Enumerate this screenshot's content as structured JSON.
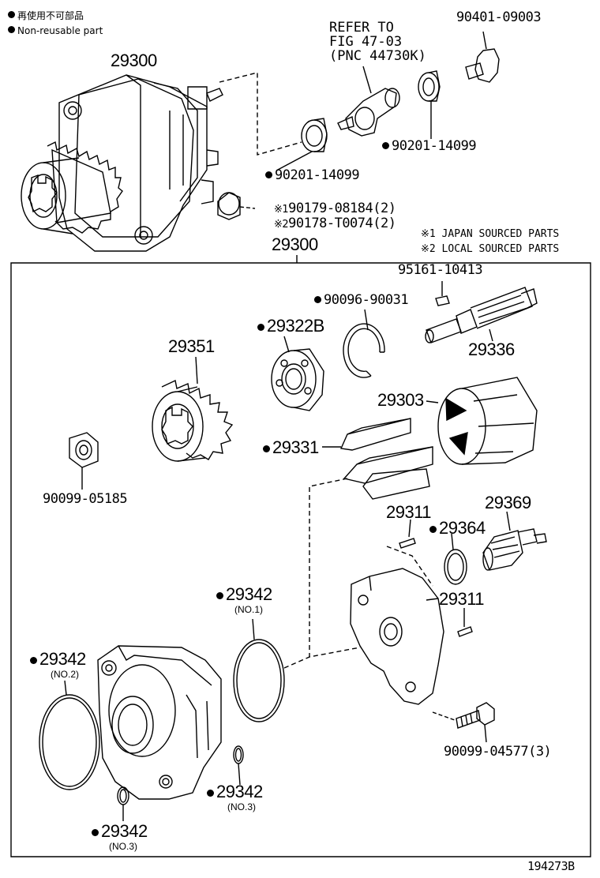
{
  "legend": {
    "line1": "再使用不可部品",
    "line2": "Non-reusable part"
  },
  "reference": {
    "line1": "REFER TO",
    "line2": "FIG 47-03",
    "line3": "(PNC 44730K)"
  },
  "notes": {
    "note1": "※1 JAPAN SOURCED PARTS",
    "note2": "※2 LOCAL SOURCED PARTS",
    "mark1": "※1",
    "mark2": "※2"
  },
  "parts": {
    "p29300_top": "29300",
    "p90401": "90401-09003",
    "p90201_right": "90201-14099",
    "p90201_left": "90201-14099",
    "p90179": "90179-08184(2)",
    "p90178": "90178-T0074(2)",
    "p29300_box": "29300",
    "p95161": "95161-10413",
    "p90096": "90096-90031",
    "p29322B": "29322B",
    "p29336": "29336",
    "p29351": "29351",
    "p29303": "29303",
    "p29331": "29331",
    "p90099_05185": "90099-05185",
    "p29369": "29369",
    "p29311_a": "29311",
    "p29364": "29364",
    "p29311_b": "29311",
    "p29342_no1": "29342",
    "p29342_no2": "29342",
    "p29342_no3a": "29342",
    "p29342_no3b": "29342",
    "p90099_04577": "90099-04577(3)"
  },
  "sublabels": {
    "no1": "(NO.1)",
    "no2": "(NO.2)",
    "no3a": "(NO.3)",
    "no3b": "(NO.3)"
  },
  "diagram_id": "194273B"
}
